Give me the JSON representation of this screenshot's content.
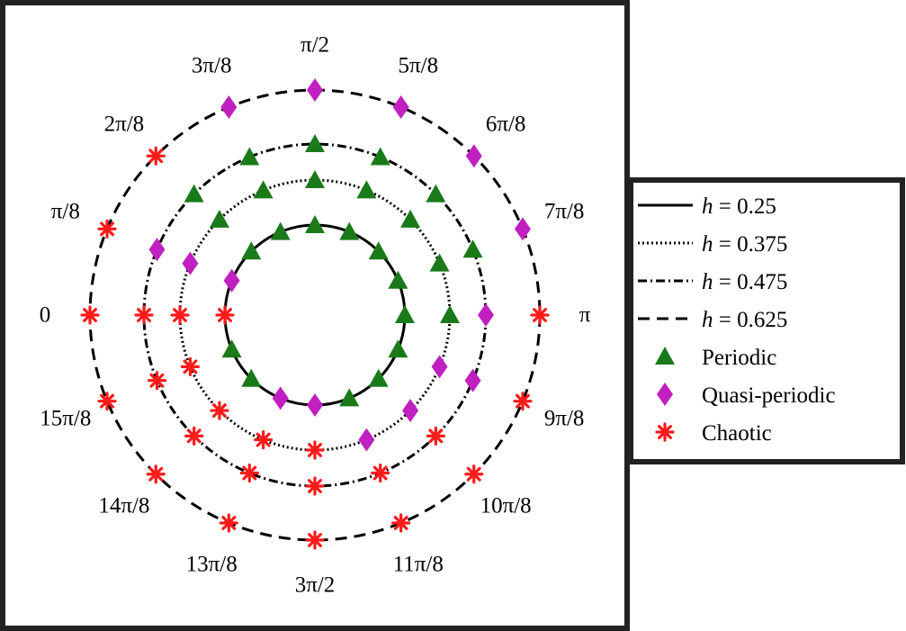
{
  "chart_data": {
    "type": "scatter",
    "coordinate_system": "polar",
    "angle_direction": "clockwise from left (0 at left, pi/2 at top, pi at right, 3pi/2 at bottom)",
    "angle_labels": [
      "0",
      "π/8",
      "2π/8",
      "3π/8",
      "π/2",
      "5π/8",
      "6π/8",
      "7π/8",
      "π",
      "9π/8",
      "10π/8",
      "11π/8",
      "3π/2",
      "13π/8",
      "14π/8",
      "15π/8"
    ],
    "circles": [
      {
        "h_label": "h",
        "value_text": " = 0.25",
        "h": 0.25,
        "radius": 0.25,
        "line_style": "solid"
      },
      {
        "h_label": "h",
        "value_text": " = 0.375",
        "h": 0.375,
        "radius": 0.375,
        "line_style": "dotted"
      },
      {
        "h_label": "h",
        "value_text": " = 0.475",
        "h": 0.475,
        "radius": 0.475,
        "line_style": "dashdot"
      },
      {
        "h_label": "h",
        "value_text": " = 0.625",
        "h": 0.625,
        "radius": 0.625,
        "line_style": "dashed"
      }
    ],
    "marker_legend": [
      {
        "label": "Periodic",
        "marker": "triangle",
        "color": "#1a7a1a"
      },
      {
        "label": "Quasi-periodic",
        "marker": "diamond",
        "color": "#c020c0"
      },
      {
        "label": "Chaotic",
        "marker": "asterisk",
        "color": "#ff1a1a"
      }
    ],
    "points": {
      "h=0.25": [
        "chaotic",
        "quasi-periodic",
        "periodic",
        "periodic",
        "periodic",
        "periodic",
        "periodic",
        "periodic",
        "periodic",
        "periodic",
        "periodic",
        "periodic",
        "quasi-periodic",
        "quasi-periodic",
        "periodic",
        "periodic"
      ],
      "h=0.375": [
        "chaotic",
        "quasi-periodic",
        "periodic",
        "periodic",
        "periodic",
        "periodic",
        "periodic",
        "periodic",
        "periodic",
        "quasi-periodic",
        "quasi-periodic",
        "quasi-periodic",
        "chaotic",
        "chaotic",
        "chaotic",
        "chaotic"
      ],
      "h=0.475": [
        "chaotic",
        "quasi-periodic",
        "periodic",
        "periodic",
        "periodic",
        "periodic",
        "periodic",
        "periodic",
        "quasi-periodic",
        "quasi-periodic",
        "chaotic",
        "chaotic",
        "chaotic",
        "chaotic",
        "chaotic",
        "chaotic"
      ],
      "h=0.625": [
        "chaotic",
        "chaotic",
        "chaotic",
        "quasi-periodic",
        "quasi-periodic",
        "quasi-periodic",
        "quasi-periodic",
        "quasi-periodic",
        "chaotic",
        "chaotic",
        "chaotic",
        "chaotic",
        "chaotic",
        "chaotic",
        "chaotic",
        "chaotic"
      ]
    }
  },
  "colors": {
    "periodic": "#1a7a1a",
    "quasi_periodic": "#c020c0",
    "chaotic": "#ff1a1a",
    "frame": "#222222"
  }
}
